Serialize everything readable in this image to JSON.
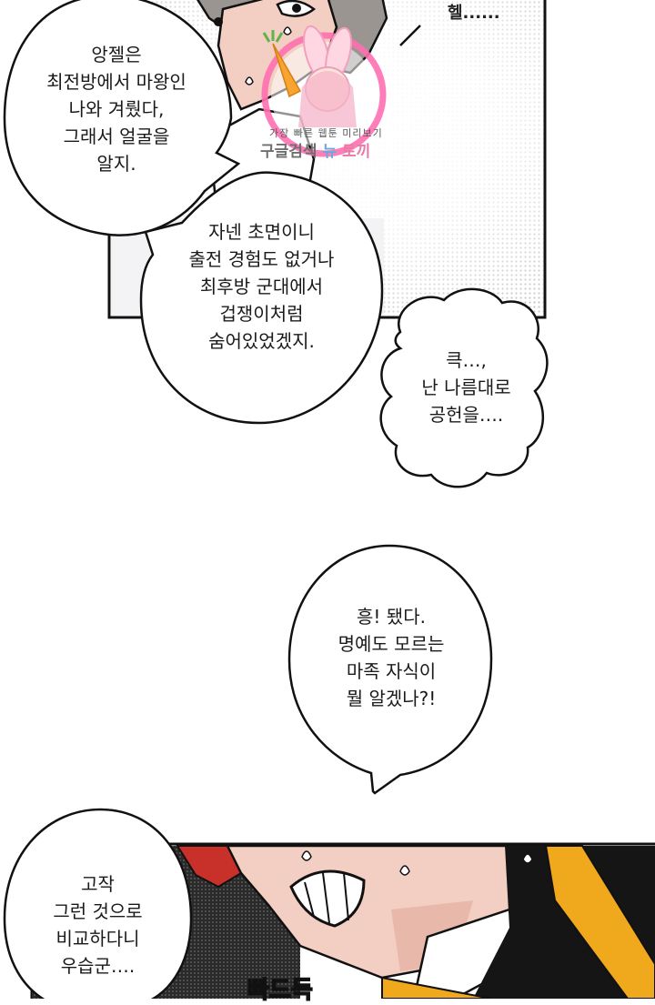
{
  "panels": {
    "top": {
      "sfx": "헬......",
      "watermark": {
        "tagline": "가장 빠른 웹툰 미리보기",
        "brand_part1": "구글검색",
        "brand_part2": "뉴",
        "brand_part3": "토끼"
      }
    },
    "bottom": {
      "sfx": "빠드득"
    }
  },
  "bubbles": [
    {
      "id": "angel-face",
      "text": "앙젤은\n최전방에서 마왕인\n나와 겨뤘다,\n그래서 얼굴을\n알지."
    },
    {
      "id": "first-battle",
      "text": "자넨 초면이니\n출전 경험도 없거나\n최후방 군대에서\n겁쟁이처럼\n숨어있었겠지."
    },
    {
      "id": "contributed",
      "text": "큭…,\n난 나름대로\n공헌을…."
    },
    {
      "id": "humph",
      "text": "흥! 됐다.\n명예도 모르는\n마족 자식이\n뭘 알겠나?!"
    },
    {
      "id": "compare",
      "text": "고작\n그런 것으로\n비교하다니\n우습군…."
    }
  ],
  "colors": {
    "ink": "#1a1a1a",
    "skin": "#f2cfc2",
    "hair_gray": "#9a9590",
    "hair_red": "#c8302a",
    "armor_gold": "#f0a81c",
    "armor_black": "#151515",
    "watermark_pink": "#ff6fb0",
    "screentone": "#c9c9c9"
  }
}
